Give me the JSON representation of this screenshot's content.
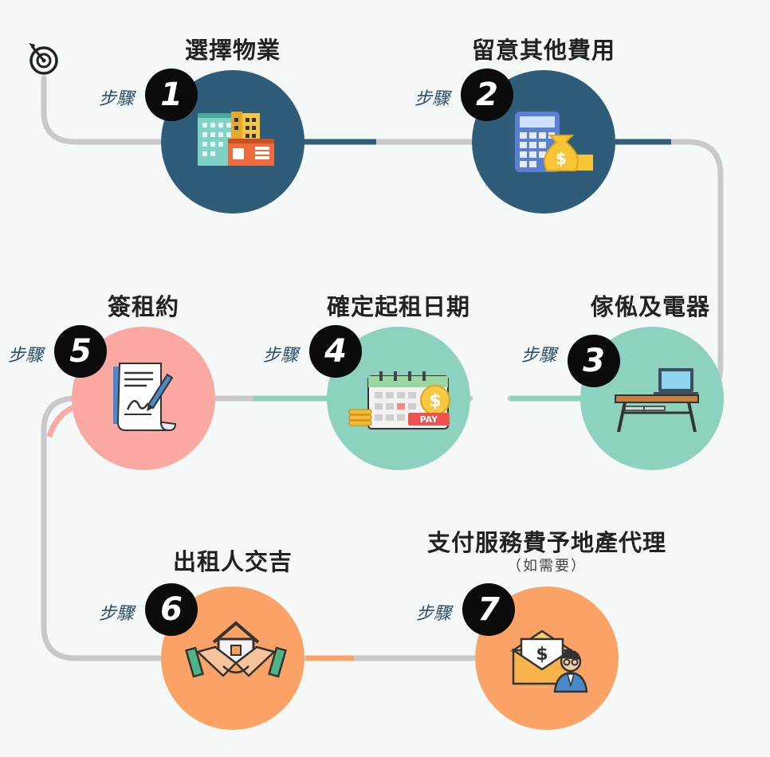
{
  "colors": {
    "navy": "#2f5c78",
    "mint": "#8dd2bf",
    "pink": "#fba8a3",
    "orange": "#fba367",
    "track": "#c9c9c9",
    "badge": "#0b0b0b",
    "background": "#f4f9f8"
  },
  "start_icon": "target-icon",
  "step_label": "步驟",
  "steps": [
    {
      "number": "1",
      "title": "選擇物業",
      "icon": "buildings-icon",
      "color": "navy"
    },
    {
      "number": "2",
      "title": "留意其他費用",
      "icon": "calculator-money-icon",
      "color": "navy"
    },
    {
      "number": "3",
      "title": "傢俬及電器",
      "icon": "desk-laptop-icon",
      "color": "mint"
    },
    {
      "number": "4",
      "title": "確定起租日期",
      "icon": "calendar-pay-icon",
      "color": "mint"
    },
    {
      "number": "5",
      "title": "簽租約",
      "icon": "contract-pen-icon",
      "color": "pink"
    },
    {
      "number": "6",
      "title": "出租人交吉",
      "icon": "house-handshake-icon",
      "color": "orange"
    },
    {
      "number": "7",
      "title": "支付服務費予地產代理",
      "subtitle": "（如需要）",
      "icon": "envelope-agent-icon",
      "color": "orange"
    }
  ]
}
